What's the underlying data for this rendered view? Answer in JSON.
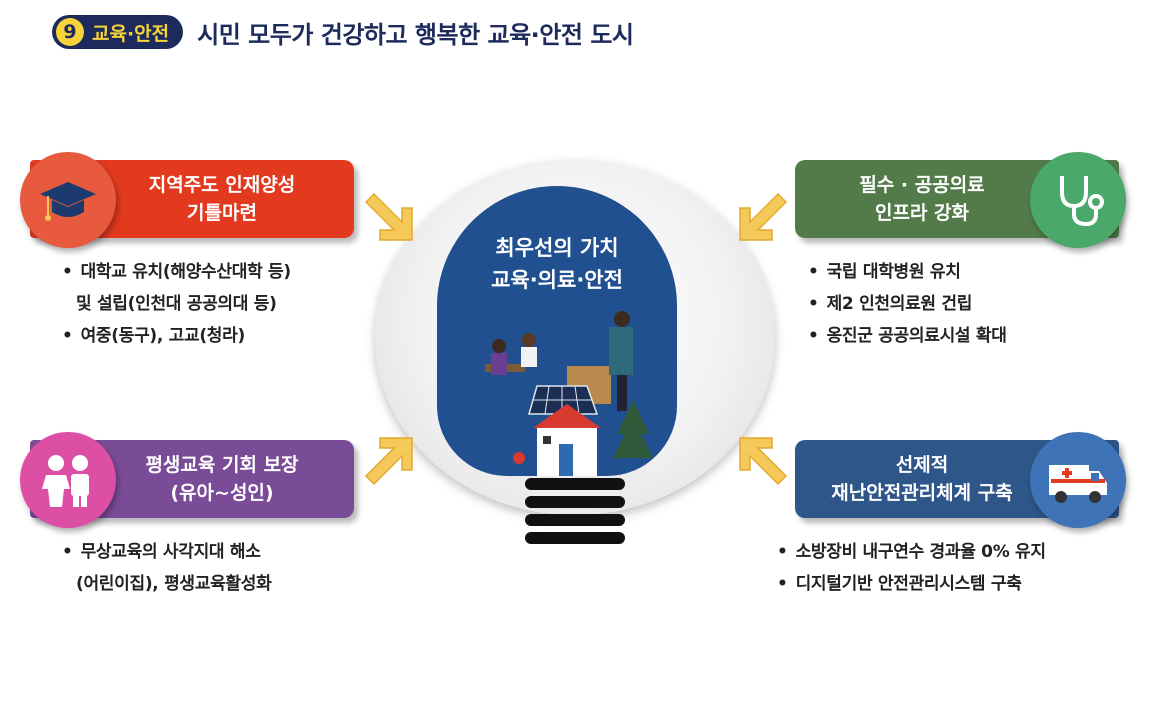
{
  "header": {
    "number": "9",
    "category": "교육·안전",
    "title": "시민 모두가 건강하고 행복한 교육·안전 도시"
  },
  "center": {
    "line1": "최우선의 가치",
    "line2": "교육·의료·안전"
  },
  "top_left": {
    "title_line1": "지역주도 인재양성",
    "title_line2": "기틀마련",
    "icon": "graduation-cap-icon",
    "color": "#e2391f",
    "bullets": [
      "대학교 유치(해양수산대학 등)",
      "및 설립(인천대 공공의대 등)",
      "여중(동구), 고교(청라)"
    ]
  },
  "bottom_left": {
    "title_line1": "평생교육 기회 보장",
    "title_line2": "(유아~성인)",
    "icon": "children-icon",
    "color": "#7a4b97",
    "bullets": [
      "무상교육의 사각지대 해소",
      "(어린이집), 평생교육활성화"
    ]
  },
  "top_right": {
    "title_line1": "필수 · 공공의료",
    "title_line2": "인프라 강화",
    "icon": "stethoscope-icon",
    "color": "#537b4a",
    "bullets": [
      "국립 대학병원 유치",
      "제2 인천의료원 건립",
      "옹진군 공공의료시설 확대"
    ]
  },
  "bottom_right": {
    "title_line1": "선제적",
    "title_line2": "재난안전관리체계 구축",
    "icon": "ambulance-icon",
    "color": "#2e5688",
    "bullets": [
      "소방장비 내구연수 경과율 0% 유지",
      "디지털기반 안전관리시스템 구축"
    ]
  }
}
